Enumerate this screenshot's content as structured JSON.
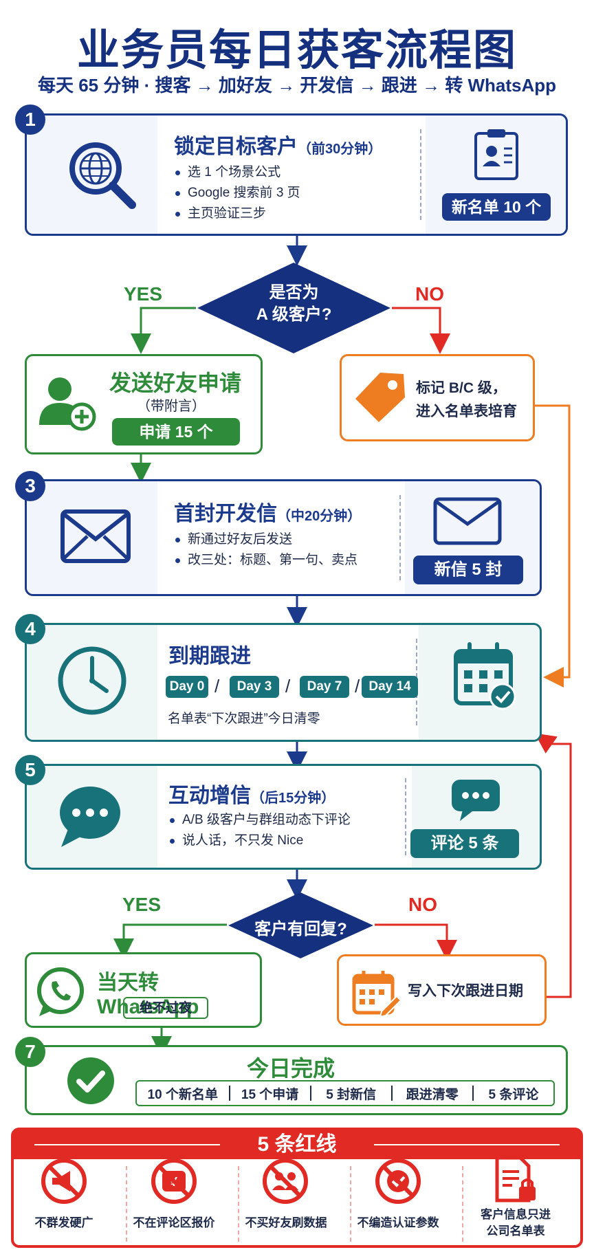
{
  "title": "业务员每日获客流程图",
  "subtitle": "每天 65 分钟 · 搜客 → 加好友 → 开发信 → 跟进 → 转 WhatsApp",
  "step1": {
    "num": "1",
    "title": "锁定目标客户",
    "time": "（前30分钟）",
    "bullets": [
      "选 1 个场景公式",
      "Google 搜索前 3 页",
      "主页验证三步"
    ],
    "badge": "新名单 10 个"
  },
  "decision1": {
    "text1": "是否为",
    "text2": "A 级客户?",
    "yes": "YES",
    "no": "NO"
  },
  "step2": {
    "title": "发送好友申请",
    "sub": "（带附言）",
    "badge": "申请 15 个"
  },
  "tagbox": {
    "line1": "标记 B/C 级，",
    "line2": "进入名单表培育"
  },
  "step3": {
    "num": "3",
    "title": "首封开发信",
    "time": "（中20分钟）",
    "bullets": [
      "新通过好友后发送",
      "改三处：标题、第一句、卖点"
    ],
    "badge": "新信 5 封"
  },
  "step4": {
    "num": "4",
    "title": "到期跟进",
    "days": [
      "Day 0",
      "Day 3",
      "Day 7",
      "Day 14"
    ],
    "sep": "/",
    "note": "名单表“下次跟进”今日清零"
  },
  "step5": {
    "num": "5",
    "title": "互动增信",
    "time": "（后15分钟）",
    "bullets": [
      "A/B 级客户与群组动态下评论",
      "说人话，不只发 Nice"
    ],
    "badge": "评论 5 条"
  },
  "decision2": {
    "text": "客户有回复?",
    "yes": "YES",
    "no": "NO"
  },
  "step6": {
    "title": "当天转 WhatsApp",
    "badge": "绝不过夜"
  },
  "nextbox": {
    "text": "写入下次跟进日期"
  },
  "step7": {
    "num": "7",
    "title": "今日完成",
    "items": [
      "10 个新名单",
      "15 个申请",
      "5 封新信",
      "跟进清零",
      "5 条评论"
    ]
  },
  "redlines": {
    "title": "5 条红线",
    "items": [
      "不群发硬广",
      "不在评论区报价",
      "不买好友刷数据",
      "不编造认证参数",
      "客户信息只进",
      "公司名单表"
    ]
  },
  "colors": {
    "navy": "#1b3a8c",
    "green": "#2e8b3a",
    "orange": "#ee7d22",
    "teal": "#17727a",
    "red": "#e02a23"
  }
}
